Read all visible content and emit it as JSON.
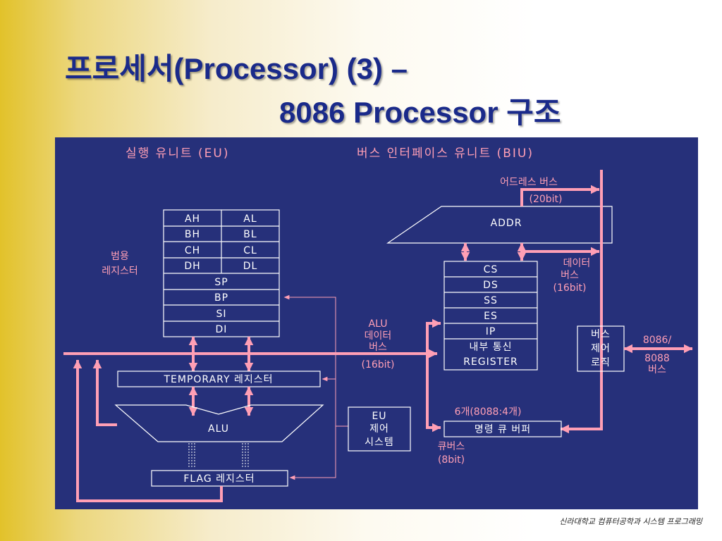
{
  "title": {
    "line1": "프로세서(Processor) (3) –",
    "line2": "8086 Processor 구조"
  },
  "diagram": {
    "eu_header": "실행 유니트 (EU)",
    "biu_header": "버스 인터페이스 유니트 (BIU)",
    "general_registers_label": [
      "범용",
      "레지스터"
    ],
    "registers_pairs": [
      [
        "AH",
        "AL"
      ],
      [
        "BH",
        "BL"
      ],
      [
        "CH",
        "CL"
      ],
      [
        "DH",
        "DL"
      ]
    ],
    "registers_single": [
      "SP",
      "BP",
      "SI",
      "DI"
    ],
    "temporary_register": "TEMPORARY 레지스터",
    "alu": "ALU",
    "flag_register": "FLAG 레지스터",
    "eu_control": [
      "EU",
      "제어",
      "시스템"
    ],
    "alu_data_bus": [
      "ALU",
      "데이터",
      "버스",
      "(16bit)"
    ],
    "addr": "ADDR",
    "address_bus": [
      "어드레스 버스",
      "(20bit)"
    ],
    "segment_registers": [
      "CS",
      "DS",
      "SS",
      "ES",
      "IP"
    ],
    "internal_comm": [
      "내부 통신",
      "REGISTER"
    ],
    "data_bus": [
      "데이터",
      "버스",
      "(16bit)"
    ],
    "bus_control_logic": [
      "버스",
      "제어",
      "로직"
    ],
    "external_bus": [
      "8086/",
      "8088",
      "버스"
    ],
    "queue_count": "6개(8088:4개)",
    "instruction_queue": "명령 큐 버퍼",
    "queue_bus": [
      "큐버스",
      "(8bit)"
    ]
  },
  "colors": {
    "panel_bg": "#26307a",
    "bus_pink": "#ff9fb5",
    "title_blue": "#1a2a8a",
    "gold": "#e2c22a"
  },
  "footer": "신라대학교 컴퓨터공학과 시스템 프로그래밍"
}
